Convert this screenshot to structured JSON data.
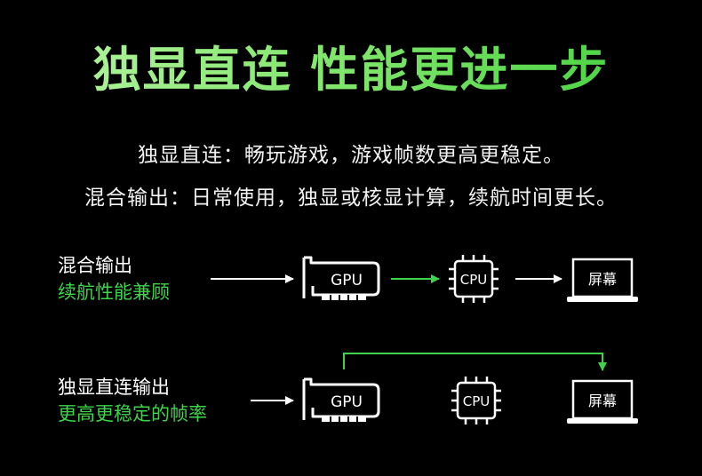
{
  "headline": "独显直连 性能更进一步",
  "description": {
    "line1": "独显直连：畅玩游戏，游戏帧数更高更稳定。",
    "line2": "混合输出：日常使用，独显或核显计算，续航时间更长。"
  },
  "rows": [
    {
      "title": "混合输出",
      "subtitle": "续航性能兼顾",
      "gpu_label": "GPU",
      "cpu_label": "CPU",
      "screen_label": "屏幕"
    },
    {
      "title": "独显直连输出",
      "subtitle": "更高更稳定的帧率",
      "gpu_label": "GPU",
      "cpu_label": "CPU",
      "screen_label": "屏幕"
    }
  ],
  "colors": {
    "accent_green": "#3ed34a",
    "background": "#000000",
    "foreground": "#ffffff"
  },
  "icons": [
    "gpu-card-icon",
    "cpu-chip-icon",
    "laptop-screen-icon",
    "arrow-right-icon"
  ]
}
